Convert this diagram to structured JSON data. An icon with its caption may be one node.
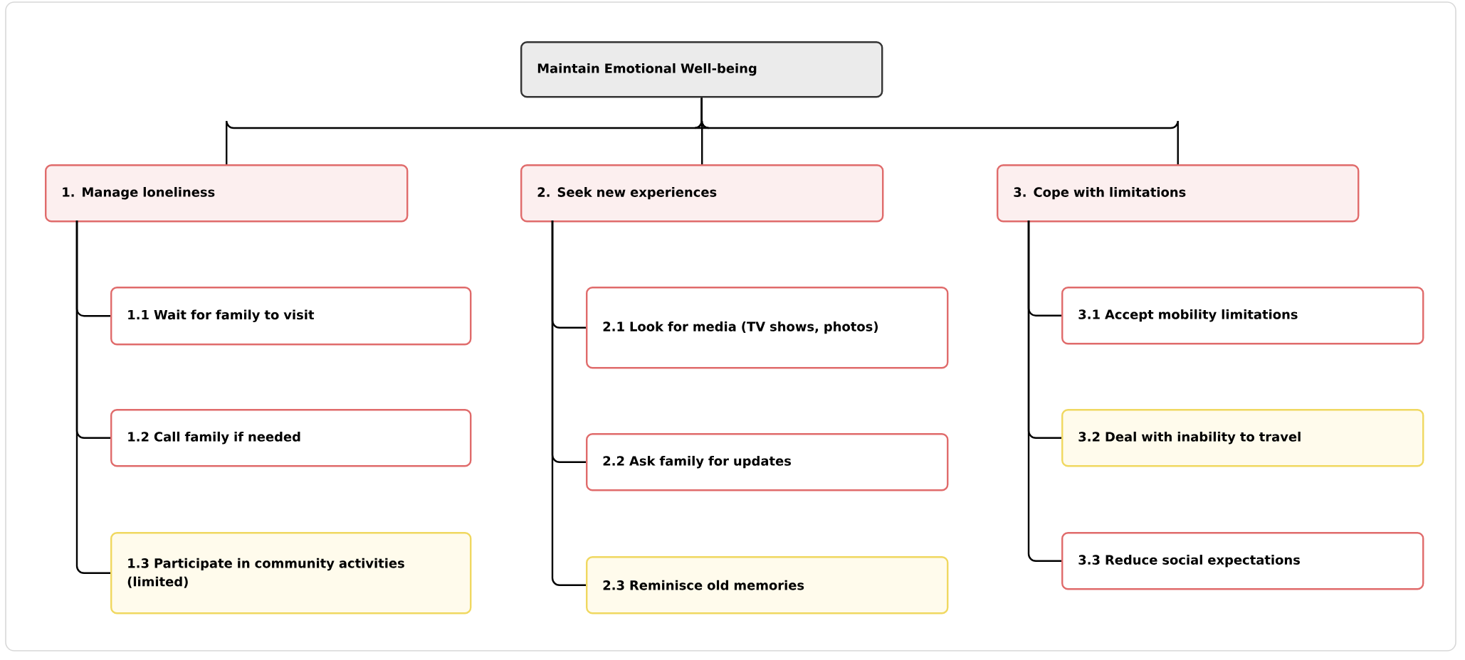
{
  "diagram": {
    "nodes": [
      {
        "text": [
          "Maintain Emotional Well-being"
        ]
      },
      {
        "text": [
          "1. Manage loneliness"
        ]
      },
      {
        "text": [
          "2. Seek new experiences"
        ]
      },
      {
        "text": [
          "3. Cope with limitations"
        ]
      },
      {
        "text": [
          "1.1 Wait for family to visit"
        ]
      },
      {
        "text": [
          "1.2 Call family if needed"
        ]
      },
      {
        "text": [
          "1.3 Participate in community activities (limited)"
        ]
      },
      {
        "text": [
          "2.1 Look for media (TV shows, photos)"
        ]
      },
      {
        "text": [
          "2.2 Ask family for updates"
        ]
      },
      {
        "text": [
          "2.3 Reminisce old memories"
        ]
      },
      {
        "text": [
          "3.1 Accept mobility limitations"
        ]
      },
      {
        "text": [
          "3.2 Deal with inability to travel"
        ]
      },
      {
        "text": [
          "3.3 Reduce social expectations"
        ]
      }
    ],
    "edges": [
      {
        "from": 0,
        "to": 1,
        "arrow": "none"
      },
      {
        "from": 0,
        "to": 2,
        "arrow": "none"
      },
      {
        "from": 0,
        "to": 3,
        "arrow": "none"
      },
      {
        "from": 1,
        "to": 4,
        "arrow": "none"
      },
      {
        "from": 1,
        "to": 5,
        "arrow": "none"
      },
      {
        "from": 1,
        "to": 6,
        "arrow": "none"
      },
      {
        "from": 2,
        "to": 7,
        "arrow": "none"
      },
      {
        "from": 2,
        "to": 8,
        "arrow": "none"
      },
      {
        "from": 2,
        "to": 9,
        "arrow": "none"
      },
      {
        "from": 3,
        "to": 10,
        "arrow": "none"
      },
      {
        "from": 3,
        "to": 11,
        "arrow": "none"
      },
      {
        "from": 3,
        "to": 12,
        "arrow": "none"
      }
    ]
  }
}
